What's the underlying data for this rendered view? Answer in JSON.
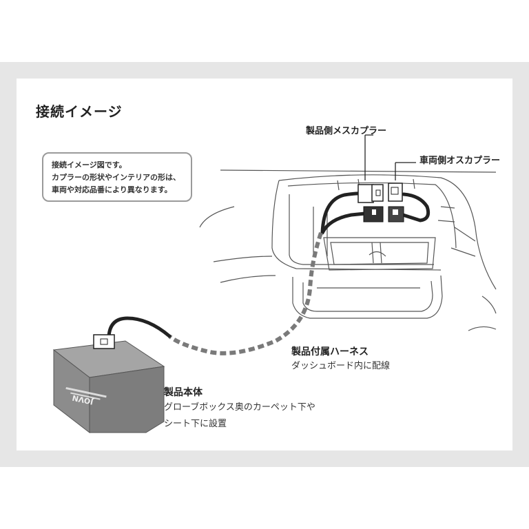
{
  "title": "接続イメージ",
  "note": {
    "lines": [
      "接続イメージ図です。",
      "カプラーの形状やインテリアの形は、",
      "車両や対応品番により異なります。"
    ]
  },
  "labels": {
    "female_coupler": "製品側メスカプラー",
    "male_coupler": "車両側オスカプラー",
    "harness_title": "製品付属ハーネス",
    "harness_desc": "ダッシュボード内に配線",
    "unit_title": "製品本体",
    "unit_desc_1": "グローブボックス奥のカーペット下や",
    "unit_desc_2": "シート下に設置"
  },
  "box_logo": "JOVN",
  "colors": {
    "background_band": "#e6e6e6",
    "panel": "#ffffff",
    "box": "#8c8c8c",
    "cable": "#222222",
    "cable_dashed": "#7a7a7a"
  }
}
